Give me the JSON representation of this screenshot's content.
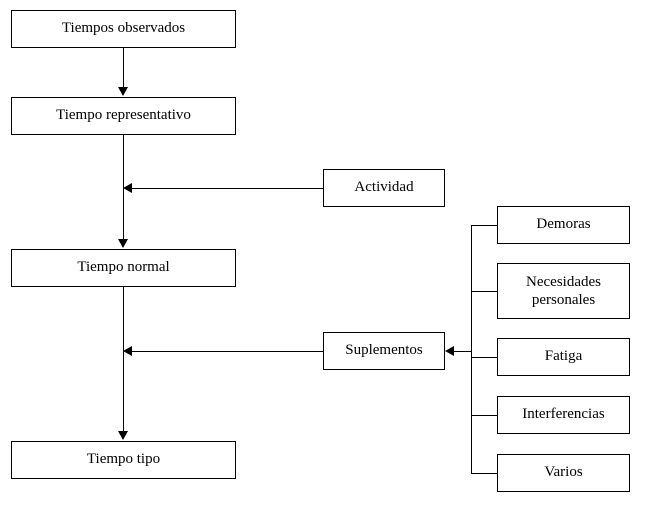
{
  "diagram": {
    "title": "",
    "main_chain": [
      {
        "id": "tiempos-observados",
        "label": "Tiempos observados"
      },
      {
        "id": "tiempo-representativo",
        "label": "Tiempo representativo"
      },
      {
        "id": "tiempo-normal",
        "label": "Tiempo normal"
      },
      {
        "id": "tiempo-tipo",
        "label": "Tiempo tipo"
      }
    ],
    "inputs": [
      {
        "id": "actividad",
        "label": "Actividad"
      },
      {
        "id": "suplementos",
        "label": "Suplementos"
      }
    ],
    "supplement_items": [
      {
        "id": "demoras",
        "label": "Demoras"
      },
      {
        "id": "necesidades-personales",
        "label_line1": "Necesidades",
        "label_line2": "personales"
      },
      {
        "id": "fatiga",
        "label": "Fatiga"
      },
      {
        "id": "interferencias",
        "label": "Interferencias"
      },
      {
        "id": "varios",
        "label": "Varios"
      }
    ],
    "colors": {
      "stroke": "#000000",
      "fill": "#ffffff",
      "text": "#000000"
    }
  }
}
